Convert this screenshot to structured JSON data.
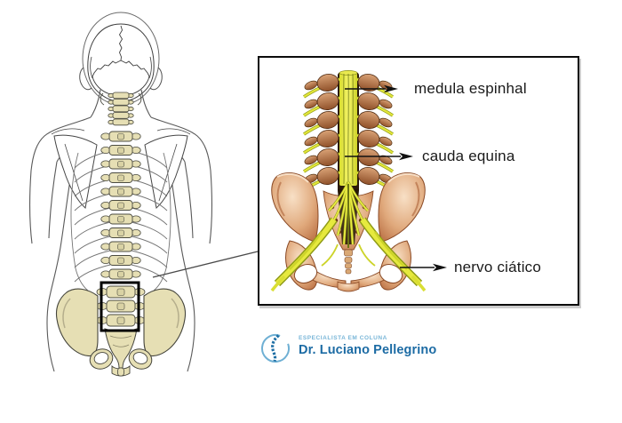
{
  "inset": {
    "labels": [
      {
        "id": "medula-espinhal",
        "text": "medula espinhal"
      },
      {
        "id": "cauda-equina",
        "text": "cauda equina"
      },
      {
        "id": "nervo-ciatico",
        "text": "nervo ciático"
      }
    ]
  },
  "logo": {
    "tagline": "ESPECIALISTA EM COLUNA",
    "name": "Dr. Luciano Pellegrino",
    "icon": "spine-in-circle-icon"
  },
  "colors": {
    "label_text": "#1a1a1a",
    "arrow": "#111111",
    "inset_border": "#0c0c0c",
    "outline_gray": "#4f4f4f",
    "bone_beige": "#e6dfb4",
    "bone_orange_light": "#f8e0c6",
    "bone_orange": "#e0a97c",
    "bone_orange_dark": "#b5683c",
    "vertebra_brown": "#b5714a",
    "nerve_yellow": "#e8ea42",
    "nerve_yellow_dark": "#949c18",
    "logo_light_blue": "#79b6d8",
    "logo_blue": "#1c6ba4"
  }
}
